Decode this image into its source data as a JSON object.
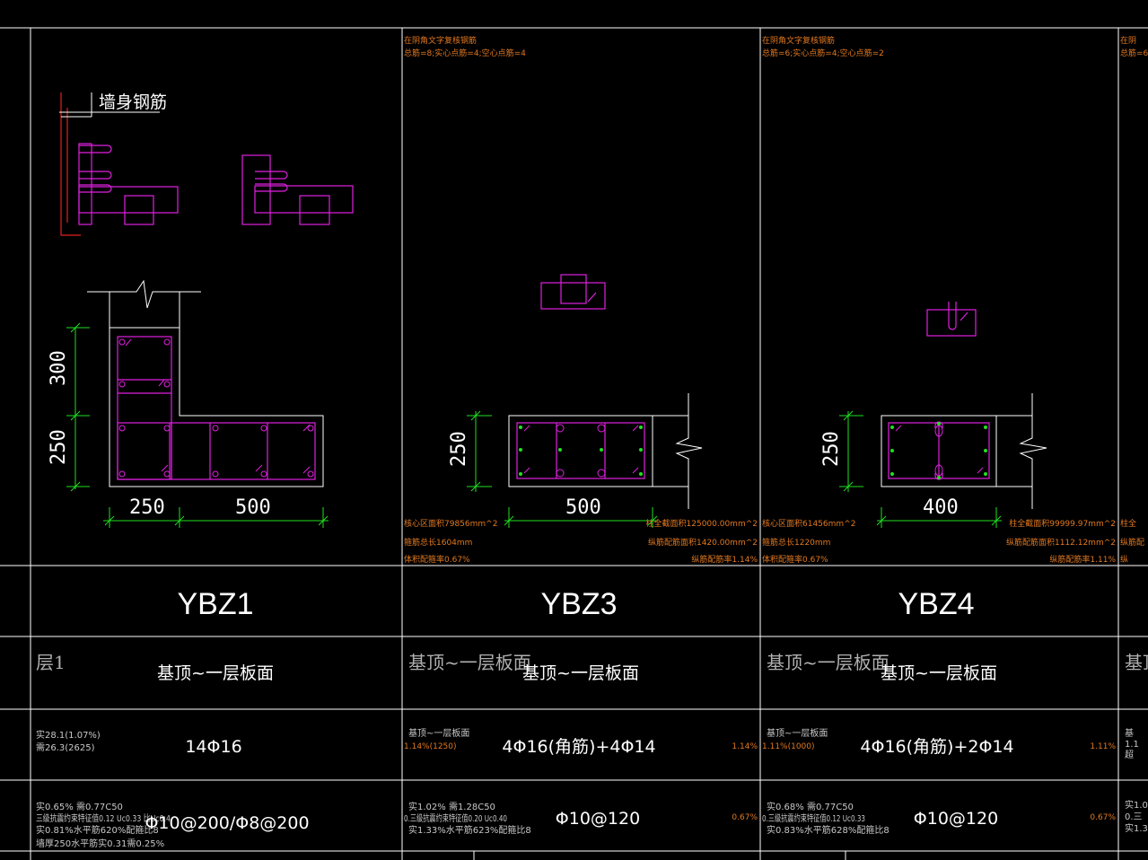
{
  "ybz1": {
    "wall_rebar_label": "墙身钢筋",
    "dim_300": "300",
    "dim_250_v": "250",
    "dim_250_h": "250",
    "dim_500": "500",
    "name": "YBZ1",
    "elevation_left": "层1",
    "elevation": "基顶~一层板面",
    "rebar_note_1": "实28.1(1.07%)",
    "rebar_note_2": "需26.3(2625)",
    "longitudinal": "14Φ16",
    "stirrup_note_1": "实0.65% 需0.77C50",
    "stirrup_note_2": "三级抗震约束特征值0.12 Uc0.33 比Uc0.4",
    "stirrup_note_3": "实0.81%水平筋620%配箍比8",
    "stirrup_note_4": "墙厚250水平筋实0.31需0.25%",
    "stirrup": "Φ10@200/Φ8@200"
  },
  "ybz3": {
    "top_note_1": "在阴角文字复核钢筋",
    "top_note_2": "总筋=8;实心点筋=4;空心点筋=4",
    "dim_250": "250",
    "dim_500": "500",
    "core_area": "核心区面积79856mm^2",
    "stirrup_len": "箍筋总长1604mm",
    "stirrup_ratio": "体积配箍率0.67%",
    "total_area": "柱全截面积125000.00mm^2",
    "rebar_area": "纵筋配筋面积1420.00mm^2",
    "rebar_ratio": "纵筋配筋率1.14%",
    "name": "YBZ3",
    "elevation_left": "基顶~一层板面",
    "elevation": "基顶~一层板面",
    "rebar_note_1": "基顶~一层板面",
    "rebar_note_2": "1.14%(1250)",
    "longitudinal": "4Φ16(角筋)+4Φ14",
    "rebar_pct": "1.14%",
    "stirrup_note_1": "实1.02% 需1.28C50",
    "stirrup_note_2": "0.三级抗震约束特征值0.20 Uc0.40",
    "stirrup_note_3": "实1.33%水平筋623%配箍比8",
    "stirrup": "Φ10@120",
    "stirrup_pct": "0.67%"
  },
  "ybz4": {
    "top_note_1": "在阴角文字复核钢筋",
    "top_note_2": "总筋=6;实心点筋=4;空心点筋=2",
    "dim_250": "250",
    "dim_400": "400",
    "core_area": "核心区面积61456mm^2",
    "stirrup_len": "箍筋总长1220mm",
    "stirrup_ratio": "体积配箍率0.67%",
    "total_area": "柱全截面积99999.97mm^2",
    "rebar_area": "纵筋配筋面积1112.12mm^2",
    "rebar_ratio": "纵筋配筋率1.11%",
    "name": "YBZ4",
    "elevation_left": "基顶~一层板面",
    "elevation": "基顶~一层板面",
    "rebar_note_1": "基顶~一层板面",
    "rebar_note_2": "1.11%(1000)",
    "longitudinal": "4Φ16(角筋)+2Φ14",
    "rebar_pct": "1.11%",
    "stirrup_note_1": "实0.68% 需0.77C50",
    "stirrup_note_2": "0.三级抗震约束特征值0.12 Uc0.33",
    "stirrup_note_3": "实0.83%水平筋628%配箍比8",
    "stirrup": "Φ10@120",
    "stirrup_pct": "0.67%"
  },
  "ybz5_partial": {
    "top_note_1": "在阴",
    "top_note_2": "总筋=6;",
    "core_area": "柱全",
    "rebar_area": "纵筋配",
    "rebar_ratio": "纵",
    "elevation_left": "基顶",
    "rebar_note_1": "基",
    "rebar_note_2": "1.1",
    "rebar_note_3": "超",
    "stirrup_note_1": "实1.0",
    "stirrup_note_2": "0.三",
    "stirrup_note_3": "实1.3"
  }
}
